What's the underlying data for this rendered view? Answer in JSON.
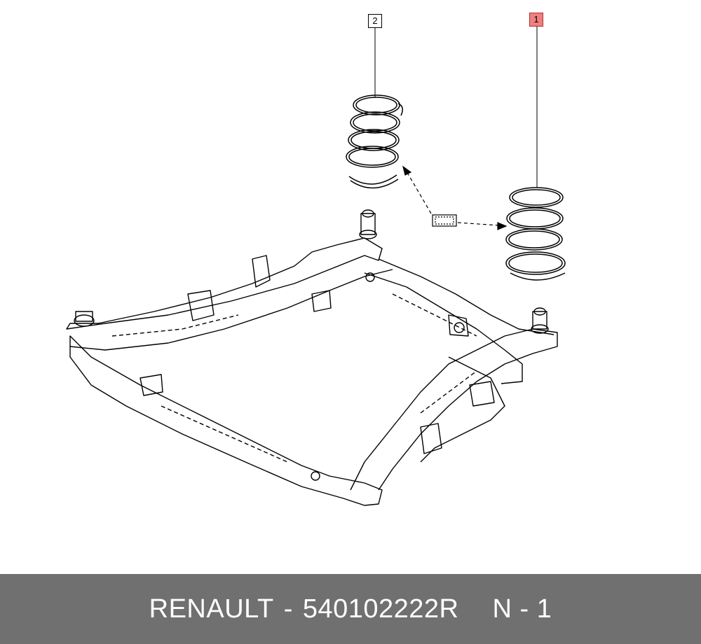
{
  "callouts": [
    {
      "label": "1",
      "highlighted": true
    },
    {
      "label": "2",
      "highlighted": false
    }
  ],
  "footer": {
    "brand": "RENAULT",
    "separator": "-",
    "part_number": "540102222R",
    "note": "N - 1"
  },
  "colors": {
    "footer_bg": "#707070",
    "footer_text": "#ffffff",
    "highlight": "#f08080",
    "line": "#000000"
  },
  "icons": [
    "coil-spring-icon",
    "front-subframe-icon",
    "reference-tag-icon"
  ]
}
